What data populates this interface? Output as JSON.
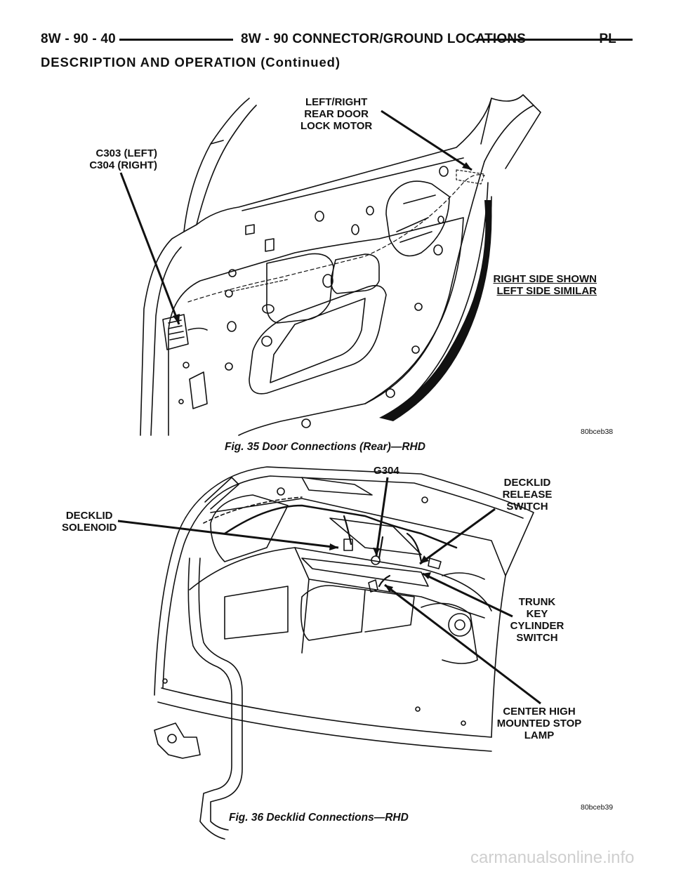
{
  "header": {
    "page_code": "8W - 90 - 40",
    "chapter_title": "8W - 90 CONNECTOR/GROUND LOCATIONS",
    "model": "PL"
  },
  "section_title": "DESCRIPTION AND OPERATION (Continued)",
  "figure_35": {
    "callouts": {
      "lock_motor": [
        "LEFT/RIGHT",
        "REAR DOOR",
        "LOCK MOTOR"
      ],
      "connector": [
        "C303 (LEFT)",
        "C304 (RIGHT)"
      ]
    },
    "note": [
      "RIGHT SIDE SHOWN",
      "LEFT SIDE SIMILAR"
    ],
    "image_code": "80bceb38",
    "caption": "Fig. 35 Door Connections (Rear)—RHD"
  },
  "figure_36": {
    "callouts": {
      "ground": "G304",
      "decklid_solenoid": [
        "DECKLID",
        "SOLENOID"
      ],
      "release_switch": [
        "DECKLID",
        "RELEASE",
        "SWITCH"
      ],
      "trunk_key_switch": [
        "TRUNK",
        "KEY",
        "CYLINDER",
        "SWITCH"
      ],
      "chmsl": [
        "CENTER HIGH",
        "MOUNTED STOP",
        "LAMP"
      ]
    },
    "image_code": "80bceb39",
    "caption": "Fig. 36 Decklid Connections—RHD"
  },
  "watermark": "carmanualsonline.info"
}
